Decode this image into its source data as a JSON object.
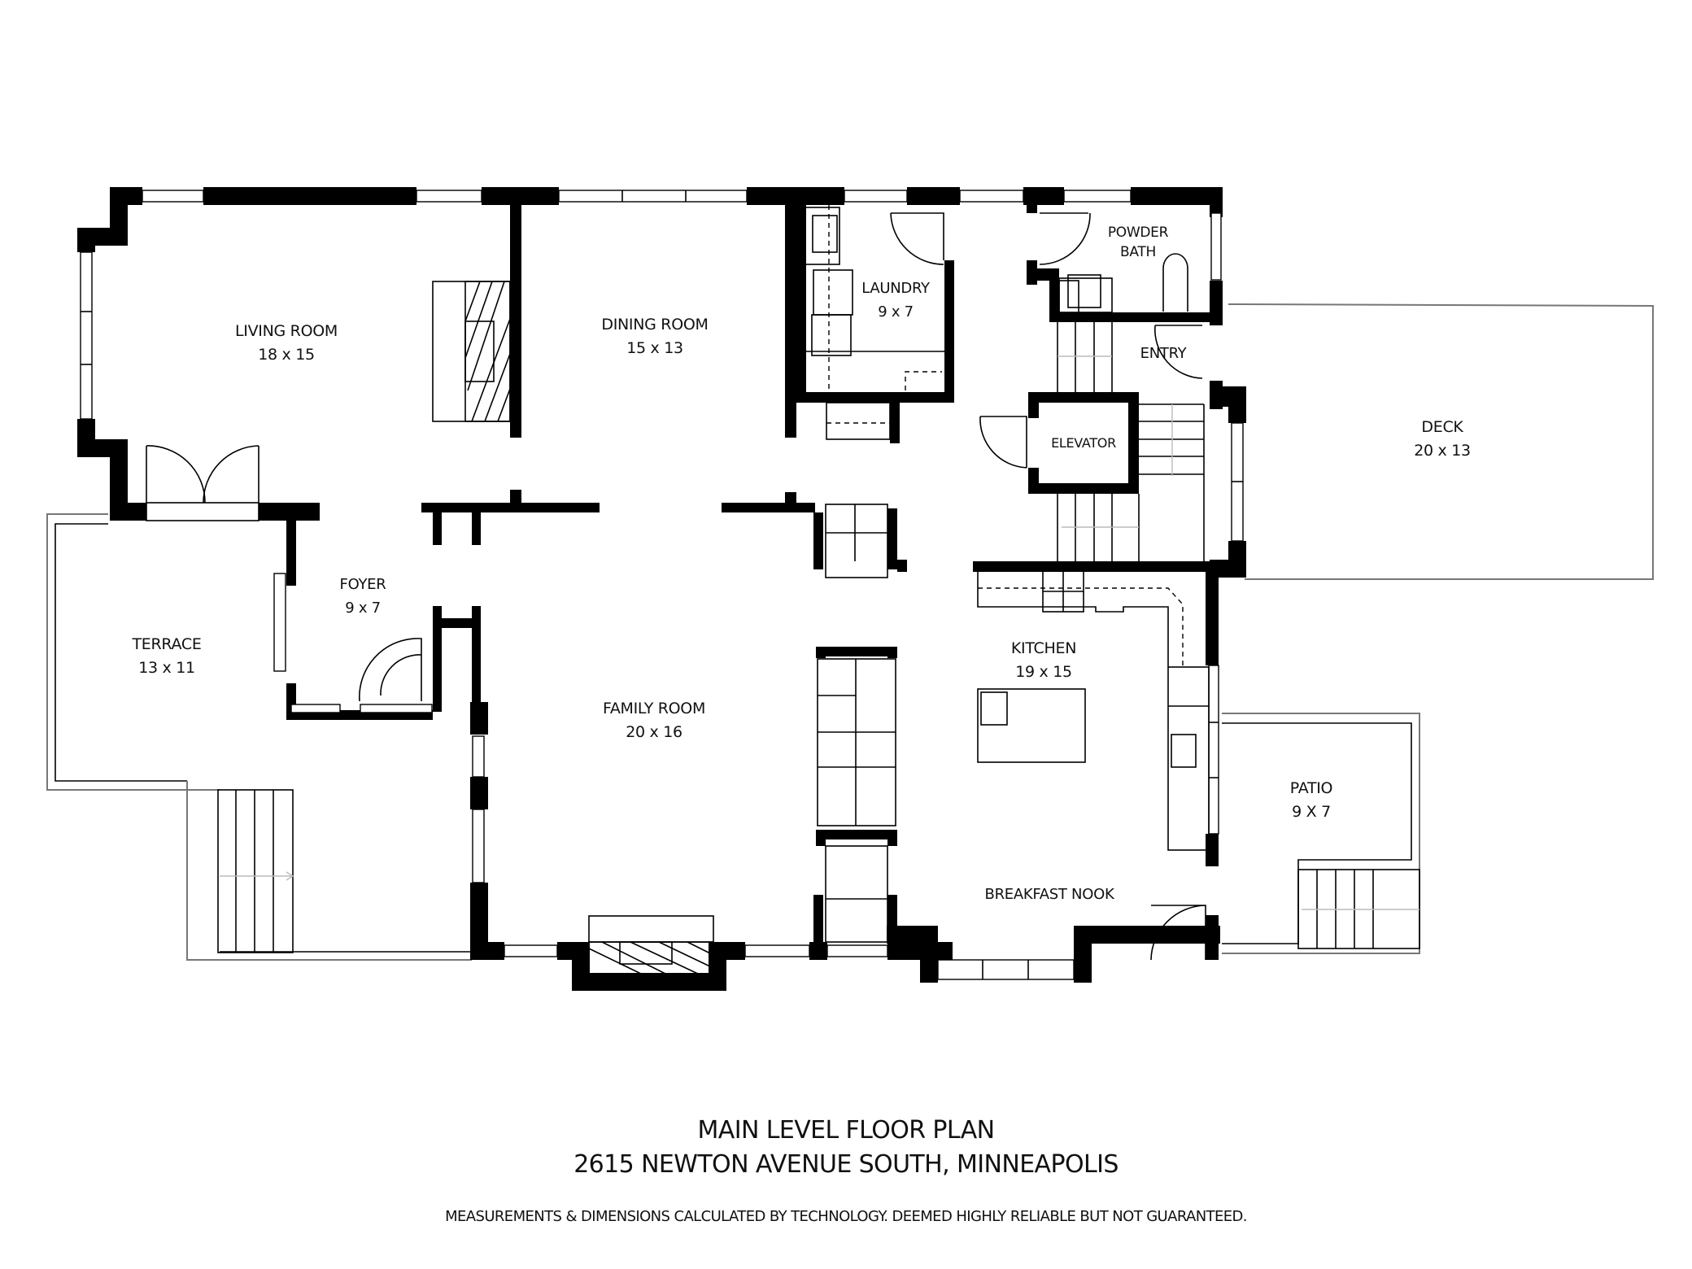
{
  "title": "MAIN LEVEL FLOOR PLAN",
  "address": "2615 NEWTON AVENUE SOUTH, MINNEAPOLIS",
  "disclaimer": "MEASUREMENTS & DIMENSIONS CALCULATED BY TECHNOLOGY. DEEMED HIGHLY RELIABLE BUT NOT GUARANTEED.",
  "colors": {
    "wall": "#000000",
    "background": "#ffffff",
    "outline": "#777777"
  },
  "rooms": {
    "living_room": {
      "name": "LIVING ROOM",
      "size": "18 x 15"
    },
    "dining_room": {
      "name": "DINING ROOM",
      "size": "15 x 13"
    },
    "laundry": {
      "name": "LAUNDRY",
      "size": "9 x 7"
    },
    "powder_bath": {
      "name": "POWDER",
      "name2": "BATH"
    },
    "entry": {
      "name": "ENTRY"
    },
    "elevator": {
      "name": "ELEVATOR"
    },
    "deck": {
      "name": "DECK",
      "size": "20 x 13"
    },
    "foyer": {
      "name": "FOYER",
      "size": "9 x 7"
    },
    "terrace": {
      "name": "TERRACE",
      "size": "13 x 11"
    },
    "family_room": {
      "name": "FAMILY ROOM",
      "size": "20  x 16"
    },
    "kitchen": {
      "name": "KITCHEN",
      "size": "19 x 15"
    },
    "breakfast_nook": {
      "name": "BREAKFAST NOOK"
    },
    "patio": {
      "name": "PATIO",
      "size": "9 X 7"
    }
  }
}
